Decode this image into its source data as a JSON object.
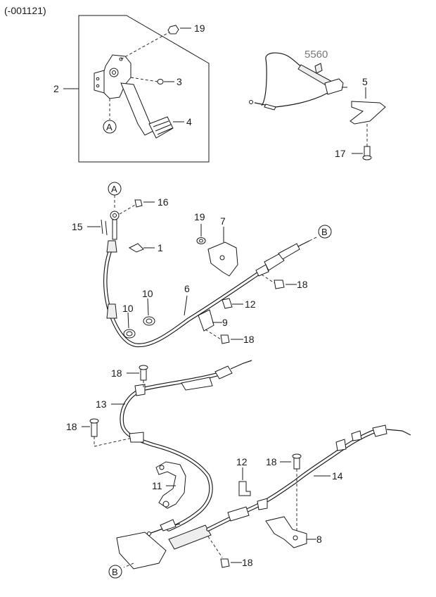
{
  "header": {
    "code": "(-001121)"
  },
  "parts": {
    "p1": "1",
    "p2": "2",
    "p3": "3",
    "p4": "4",
    "p5": "5",
    "p5560": "5560",
    "p6": "6",
    "p7": "7",
    "p8": "8",
    "p9": "9",
    "p10": "10",
    "p11": "11",
    "p12": "12",
    "p13": "13",
    "p14": "14",
    "p15": "15",
    "p16": "16",
    "p17": "17",
    "p18": "18",
    "p19": "19"
  },
  "refs": {
    "a": "A",
    "b": "B"
  }
}
